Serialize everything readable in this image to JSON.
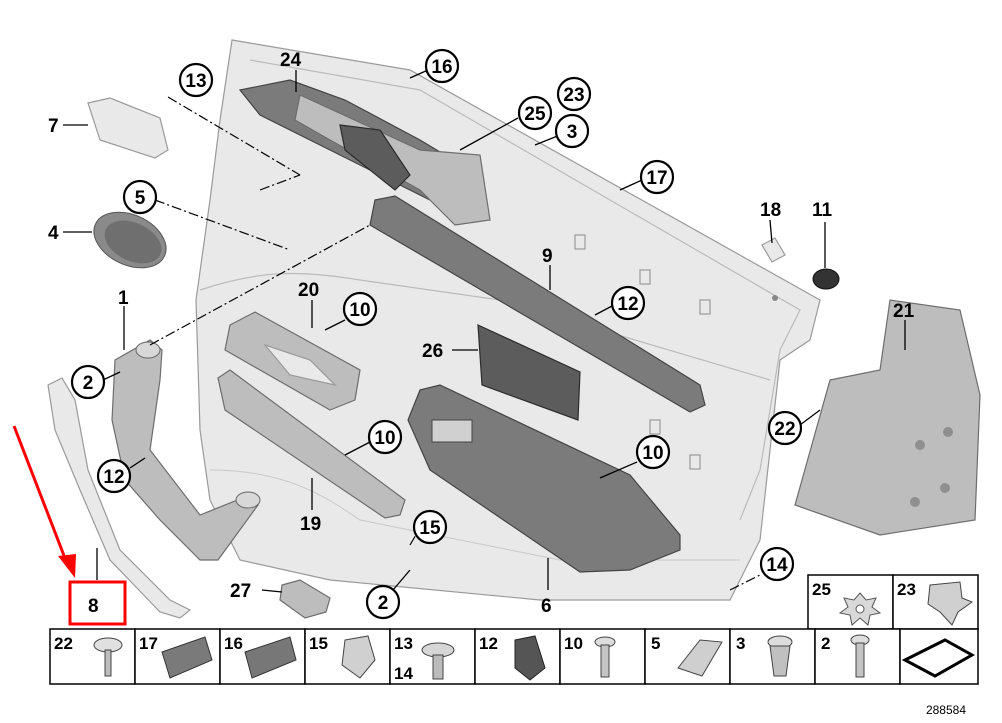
{
  "callouts": {
    "c1": "1",
    "c2a": "2",
    "c2b": "2",
    "c3": "3",
    "c4": "4",
    "c5": "5",
    "c6": "6",
    "c7": "7",
    "c8": "8",
    "c9": "9",
    "c10a": "10",
    "c10b": "10",
    "c10c": "10",
    "c11": "11",
    "c12a": "12",
    "c12b": "12",
    "c13": "13",
    "c14": "14",
    "c15": "15",
    "c16": "16",
    "c17": "17",
    "c18": "18",
    "c19": "19",
    "c20": "20",
    "c21": "21",
    "c22": "22",
    "c23": "23",
    "c24": "24",
    "c25": "25",
    "c26": "26",
    "c27": "27"
  },
  "legend": {
    "cells": [
      "22",
      "17",
      "16",
      "15",
      "13",
      "14",
      "12",
      "10",
      "5",
      "3",
      "2"
    ],
    "top_right": [
      "25",
      "23"
    ]
  },
  "document_number": "288584",
  "highlight": {
    "color": "#ff0000"
  }
}
